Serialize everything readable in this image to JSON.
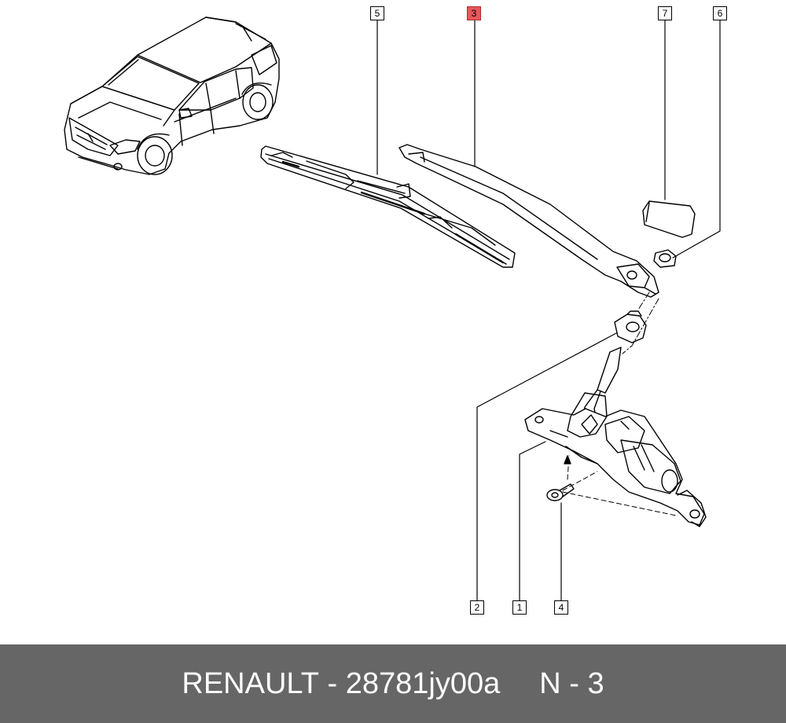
{
  "callouts": [
    {
      "id": "1",
      "label": "1"
    },
    {
      "id": "2",
      "label": "2"
    },
    {
      "id": "3",
      "label": "3",
      "highlighted": true
    },
    {
      "id": "4",
      "label": "4"
    },
    {
      "id": "5",
      "label": "5"
    },
    {
      "id": "6",
      "label": "6"
    },
    {
      "id": "7",
      "label": "7"
    }
  ],
  "footer": {
    "brand": "RENAULT",
    "separator": " - ",
    "part_number": "28781jy00a",
    "position_text": "N - 3"
  },
  "colors": {
    "highlight": "#e8575a",
    "footer_bg": "#666666",
    "footer_text": "#ffffff"
  }
}
